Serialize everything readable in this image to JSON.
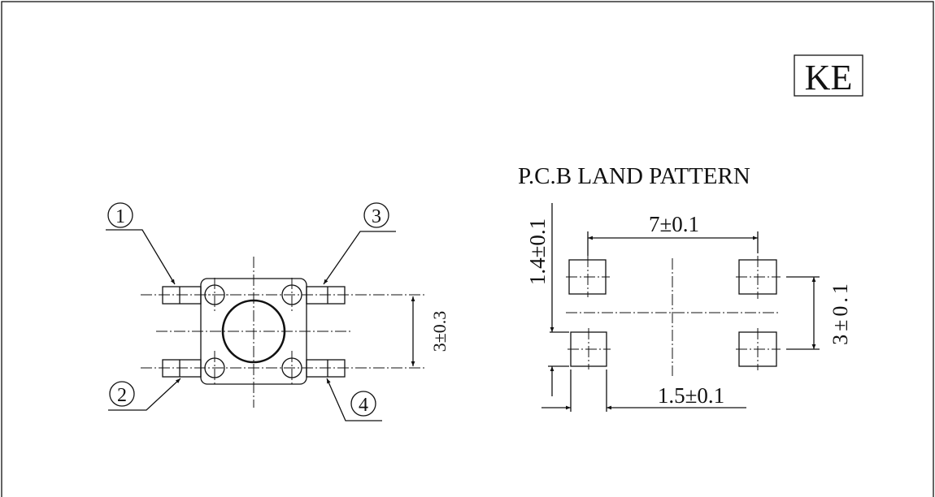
{
  "logo": {
    "text": "KE"
  },
  "title": "P.C.B LAND PATTERN",
  "side_view": {
    "pins": [
      "1",
      "2",
      "3",
      "4"
    ],
    "pin_pitch_dimension": "3±0.3"
  },
  "land_pattern": {
    "horizontal_pitch": "7±0.1",
    "vertical_pitch": "3±0.1",
    "pad_height": "1.4±0.1",
    "pad_width": "1.5±0.1"
  }
}
